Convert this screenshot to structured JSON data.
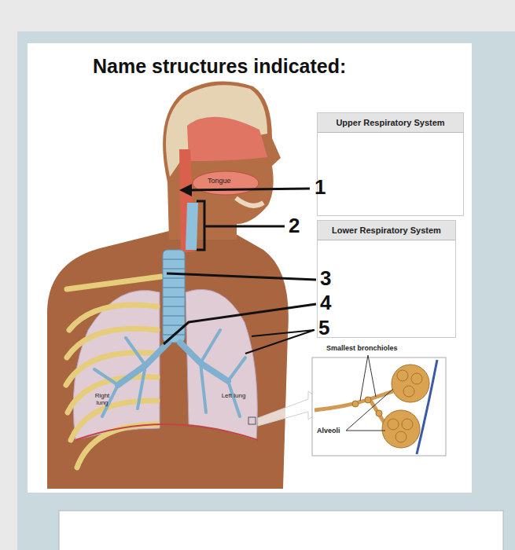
{
  "diagram": {
    "title": "Name structures indicated:",
    "nodes": [
      {
        "text": [
          "Upper Respiratory System"
        ]
      },
      {
        "text": [
          "Lower Respiratory System"
        ]
      },
      {
        "text": [
          "Smallest bronchioles",
          "Alveoli"
        ]
      }
    ],
    "labels": [
      "Tongue",
      "1",
      "2",
      "3",
      "4",
      "5",
      "Right lung",
      "Left lung"
    ]
  }
}
